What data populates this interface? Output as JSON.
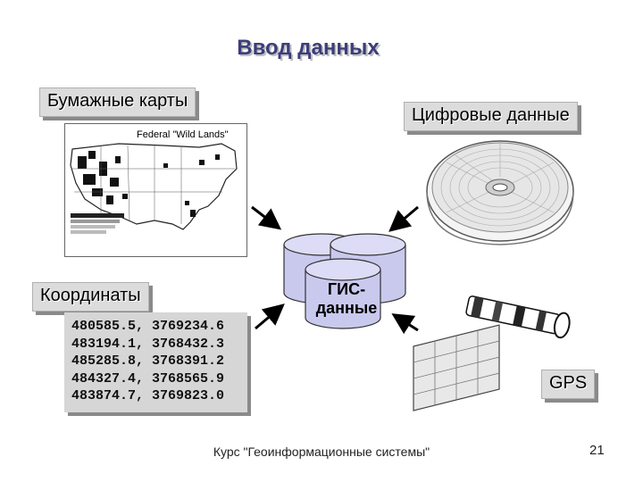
{
  "title": "Ввод данных",
  "labels": {
    "paper_maps": "Бумажные карты",
    "digital_data": "Цифровые данные",
    "coordinates": "Координаты",
    "gps": "GPS",
    "gis_line1": "ГИС-",
    "gis_line2": "данные"
  },
  "map": {
    "title": "Federal \"Wild Lands\""
  },
  "coordinates": [
    "480585.5, 3769234.6",
    "483194.1, 3768432.3",
    "485285.8, 3768391.2",
    "484327.4, 3768565.9",
    "483874.7, 3769823.0"
  ],
  "footer": "Курс \"Геоинформационные системы\"",
  "page_number": "21",
  "colors": {
    "title": "#3d3d7a",
    "cylinder_fill": "#c9c9ee",
    "label_bg": "#dcdcdc"
  }
}
